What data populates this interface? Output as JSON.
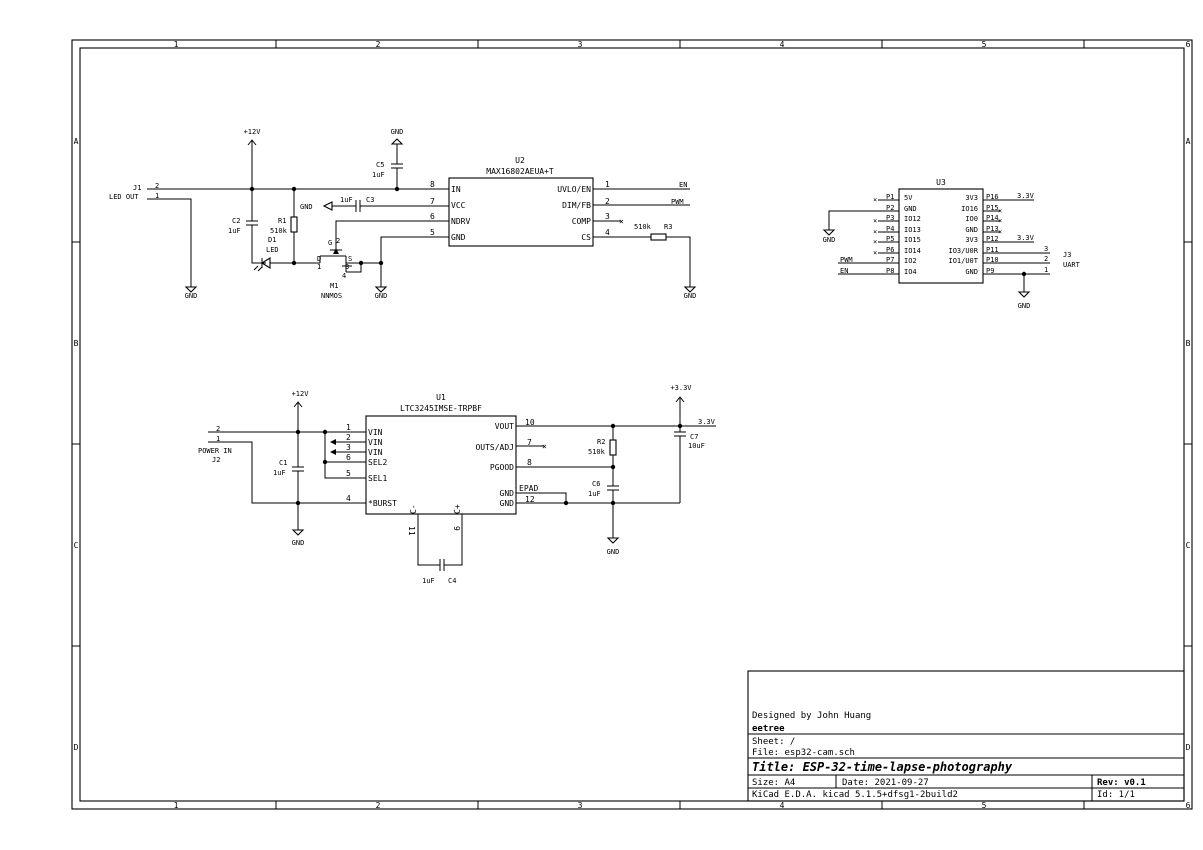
{
  "frame": {
    "columns": [
      "1",
      "2",
      "3",
      "4",
      "5",
      "6"
    ],
    "rows": [
      "A",
      "B",
      "C",
      "D"
    ]
  },
  "title_block": {
    "designed_by": "Designed by John Huang",
    "company": "eetree",
    "sheet": "Sheet: /",
    "file": "File: esp32-cam.sch",
    "title": "Title: ESP-32-time-lapse-photography",
    "size": "Size: A4",
    "date": "Date: 2021-09-27",
    "rev": "Rev: v0.1",
    "tool": "KiCad E.D.A.  kicad 5.1.5+dfsg1-2build2",
    "id": "Id: 1/1"
  },
  "power": {
    "p12v": "+12V",
    "p33v": "+3.3V",
    "gnd": "GND",
    "net_33v": "3.3V"
  },
  "u2": {
    "ref": "U2",
    "value": "MAX16802AEUA+T",
    "pins_left": [
      {
        "num": "8",
        "name": "IN"
      },
      {
        "num": "7",
        "name": "VCC"
      },
      {
        "num": "6",
        "name": "NDRV"
      },
      {
        "num": "5",
        "name": "GND"
      }
    ],
    "pins_right": [
      {
        "num": "1",
        "name": "UVLO/EN"
      },
      {
        "num": "2",
        "name": "DIM/FB"
      },
      {
        "num": "3",
        "name": "COMP"
      },
      {
        "num": "4",
        "name": "CS"
      }
    ],
    "net_en": "EN",
    "net_pwm": "PWM"
  },
  "led_section": {
    "j1_ref": "J1",
    "j1_label": "LED OUT",
    "j1_pins": [
      "2",
      "1"
    ],
    "c2_ref": "C2",
    "c2_val": "1uF",
    "r1_ref": "R1",
    "r1_val": "510k",
    "d1_ref": "D1",
    "d1_val": "LED",
    "c5_ref": "C5",
    "c5_val": "1uF",
    "c3_ref": "C3",
    "c3_val": "1uF",
    "m1_ref": "M1",
    "m1_val": "NNMOS",
    "m1_pins": {
      "g": "G",
      "d": "D",
      "s": "S",
      "n1": "1",
      "n2": "2",
      "n3": "3",
      "n4": "4"
    },
    "r3_ref": "R3",
    "r3_val": "510k"
  },
  "u3": {
    "ref": "U3",
    "pins_left": [
      {
        "num": "P1",
        "name": "5V",
        "nc": true
      },
      {
        "num": "P2",
        "name": "GND",
        "nc": false
      },
      {
        "num": "P3",
        "name": "IO12",
        "nc": true
      },
      {
        "num": "P4",
        "name": "IO13",
        "nc": true
      },
      {
        "num": "P5",
        "name": "IO15",
        "nc": true
      },
      {
        "num": "P6",
        "name": "IO14",
        "nc": true
      },
      {
        "num": "P7",
        "name": "IO2",
        "nc": false
      },
      {
        "num": "P8",
        "name": "IO4",
        "nc": false
      }
    ],
    "pins_right": [
      {
        "num": "P16",
        "name": "3V3",
        "nc": false
      },
      {
        "num": "P15",
        "name": "IO16",
        "nc": true
      },
      {
        "num": "P14",
        "name": "IO0",
        "nc": true
      },
      {
        "num": "P13",
        "name": "GND",
        "nc": true
      },
      {
        "num": "P12",
        "name": "3V3",
        "nc": false
      },
      {
        "num": "P11",
        "name": "IO3/U0R",
        "nc": false
      },
      {
        "num": "P10",
        "name": "IO1/U0T",
        "nc": false
      },
      {
        "num": "P9",
        "name": "GND",
        "nc": false
      }
    ],
    "net_pwm": "PWM",
    "net_en": "EN"
  },
  "j3": {
    "ref": "J3",
    "label": "UART",
    "pins": [
      "3",
      "2",
      "1"
    ]
  },
  "u1": {
    "ref": "U1",
    "value": "LTC3245IMSE-TRPBF",
    "pins_left": [
      {
        "num": "1",
        "name": "VIN"
      },
      {
        "num": "2",
        "name": "VIN"
      },
      {
        "num": "3",
        "name": "VIN"
      },
      {
        "num": "6",
        "name": "SEL2"
      },
      {
        "num": "5",
        "name": "SEL1"
      },
      {
        "num": "4",
        "name": "*BURST"
      }
    ],
    "pins_right": [
      {
        "num": "10",
        "name": "VOUT"
      },
      {
        "num": "7",
        "name": "OUTS/ADJ"
      },
      {
        "num": "8",
        "name": "PGOOD"
      },
      {
        "num": "",
        "name": "GND"
      },
      {
        "num": "12",
        "name": "GND"
      }
    ],
    "pins_bottom": [
      {
        "num": "11",
        "name": "C-"
      },
      {
        "num": "9",
        "name": "C+"
      }
    ],
    "epad": "EPAD"
  },
  "power_in": {
    "j2_ref": "J2",
    "label": "POWER IN",
    "pins": [
      "2",
      "1"
    ],
    "c1_ref": "C1",
    "c1_val": "1uF",
    "c4_ref": "C4",
    "c4_val": "1uF",
    "r2_ref": "R2",
    "r2_val": "510k",
    "c6_ref": "C6",
    "c6_val": "1uF",
    "c7_ref": "C7",
    "c7_val": "10uF"
  }
}
